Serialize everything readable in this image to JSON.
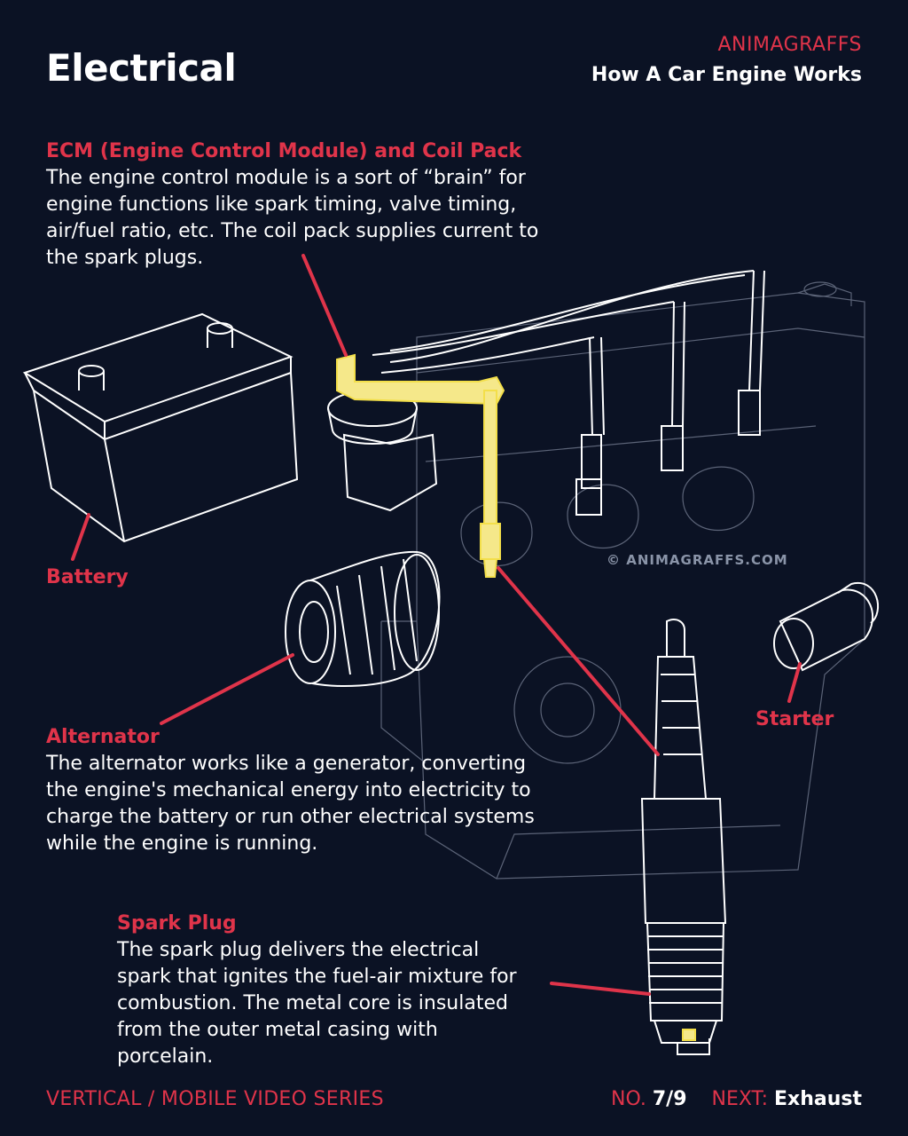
{
  "header": {
    "title": "Electrical",
    "brand": "ANIMAGRAFFS",
    "series_title": "How A Car Engine Works"
  },
  "callouts": {
    "ecm": {
      "title": "ECM (Engine Control Module) and Coil Pack",
      "lines": [
        "The engine control module is a sort of “brain” for",
        "engine functions like spark timing, valve timing,",
        "air/fuel ratio, etc. The coil pack supplies current to",
        "the spark plugs."
      ]
    },
    "battery": {
      "title": "Battery"
    },
    "alternator": {
      "title": "Alternator",
      "lines": [
        "The alternator works like a generator, converting",
        "the engine's mechanical energy into electricity to",
        "charge the battery or run other electrical systems",
        "while the engine is running."
      ]
    },
    "starter": {
      "title": "Starter"
    },
    "spark_plug": {
      "title": "Spark Plug",
      "lines": [
        "The spark plug delivers the electrical",
        "spark that ignites the fuel-air mixture for",
        "combustion. The metal core is insulated",
        "from the outer metal casing with",
        "porcelain."
      ]
    }
  },
  "watermark": "© ANIMAGRAFFS.COM",
  "footer": {
    "series_label": "VERTICAL / MOBILE VIDEO SERIES",
    "number_prefix": "NO.",
    "number": "7/9",
    "next_prefix": "NEXT:",
    "next": "Exhaust"
  },
  "colors": {
    "background": "#0b1224",
    "accent": "#e0344a",
    "highlight": "#f3df4a",
    "line": "#ffffff"
  }
}
